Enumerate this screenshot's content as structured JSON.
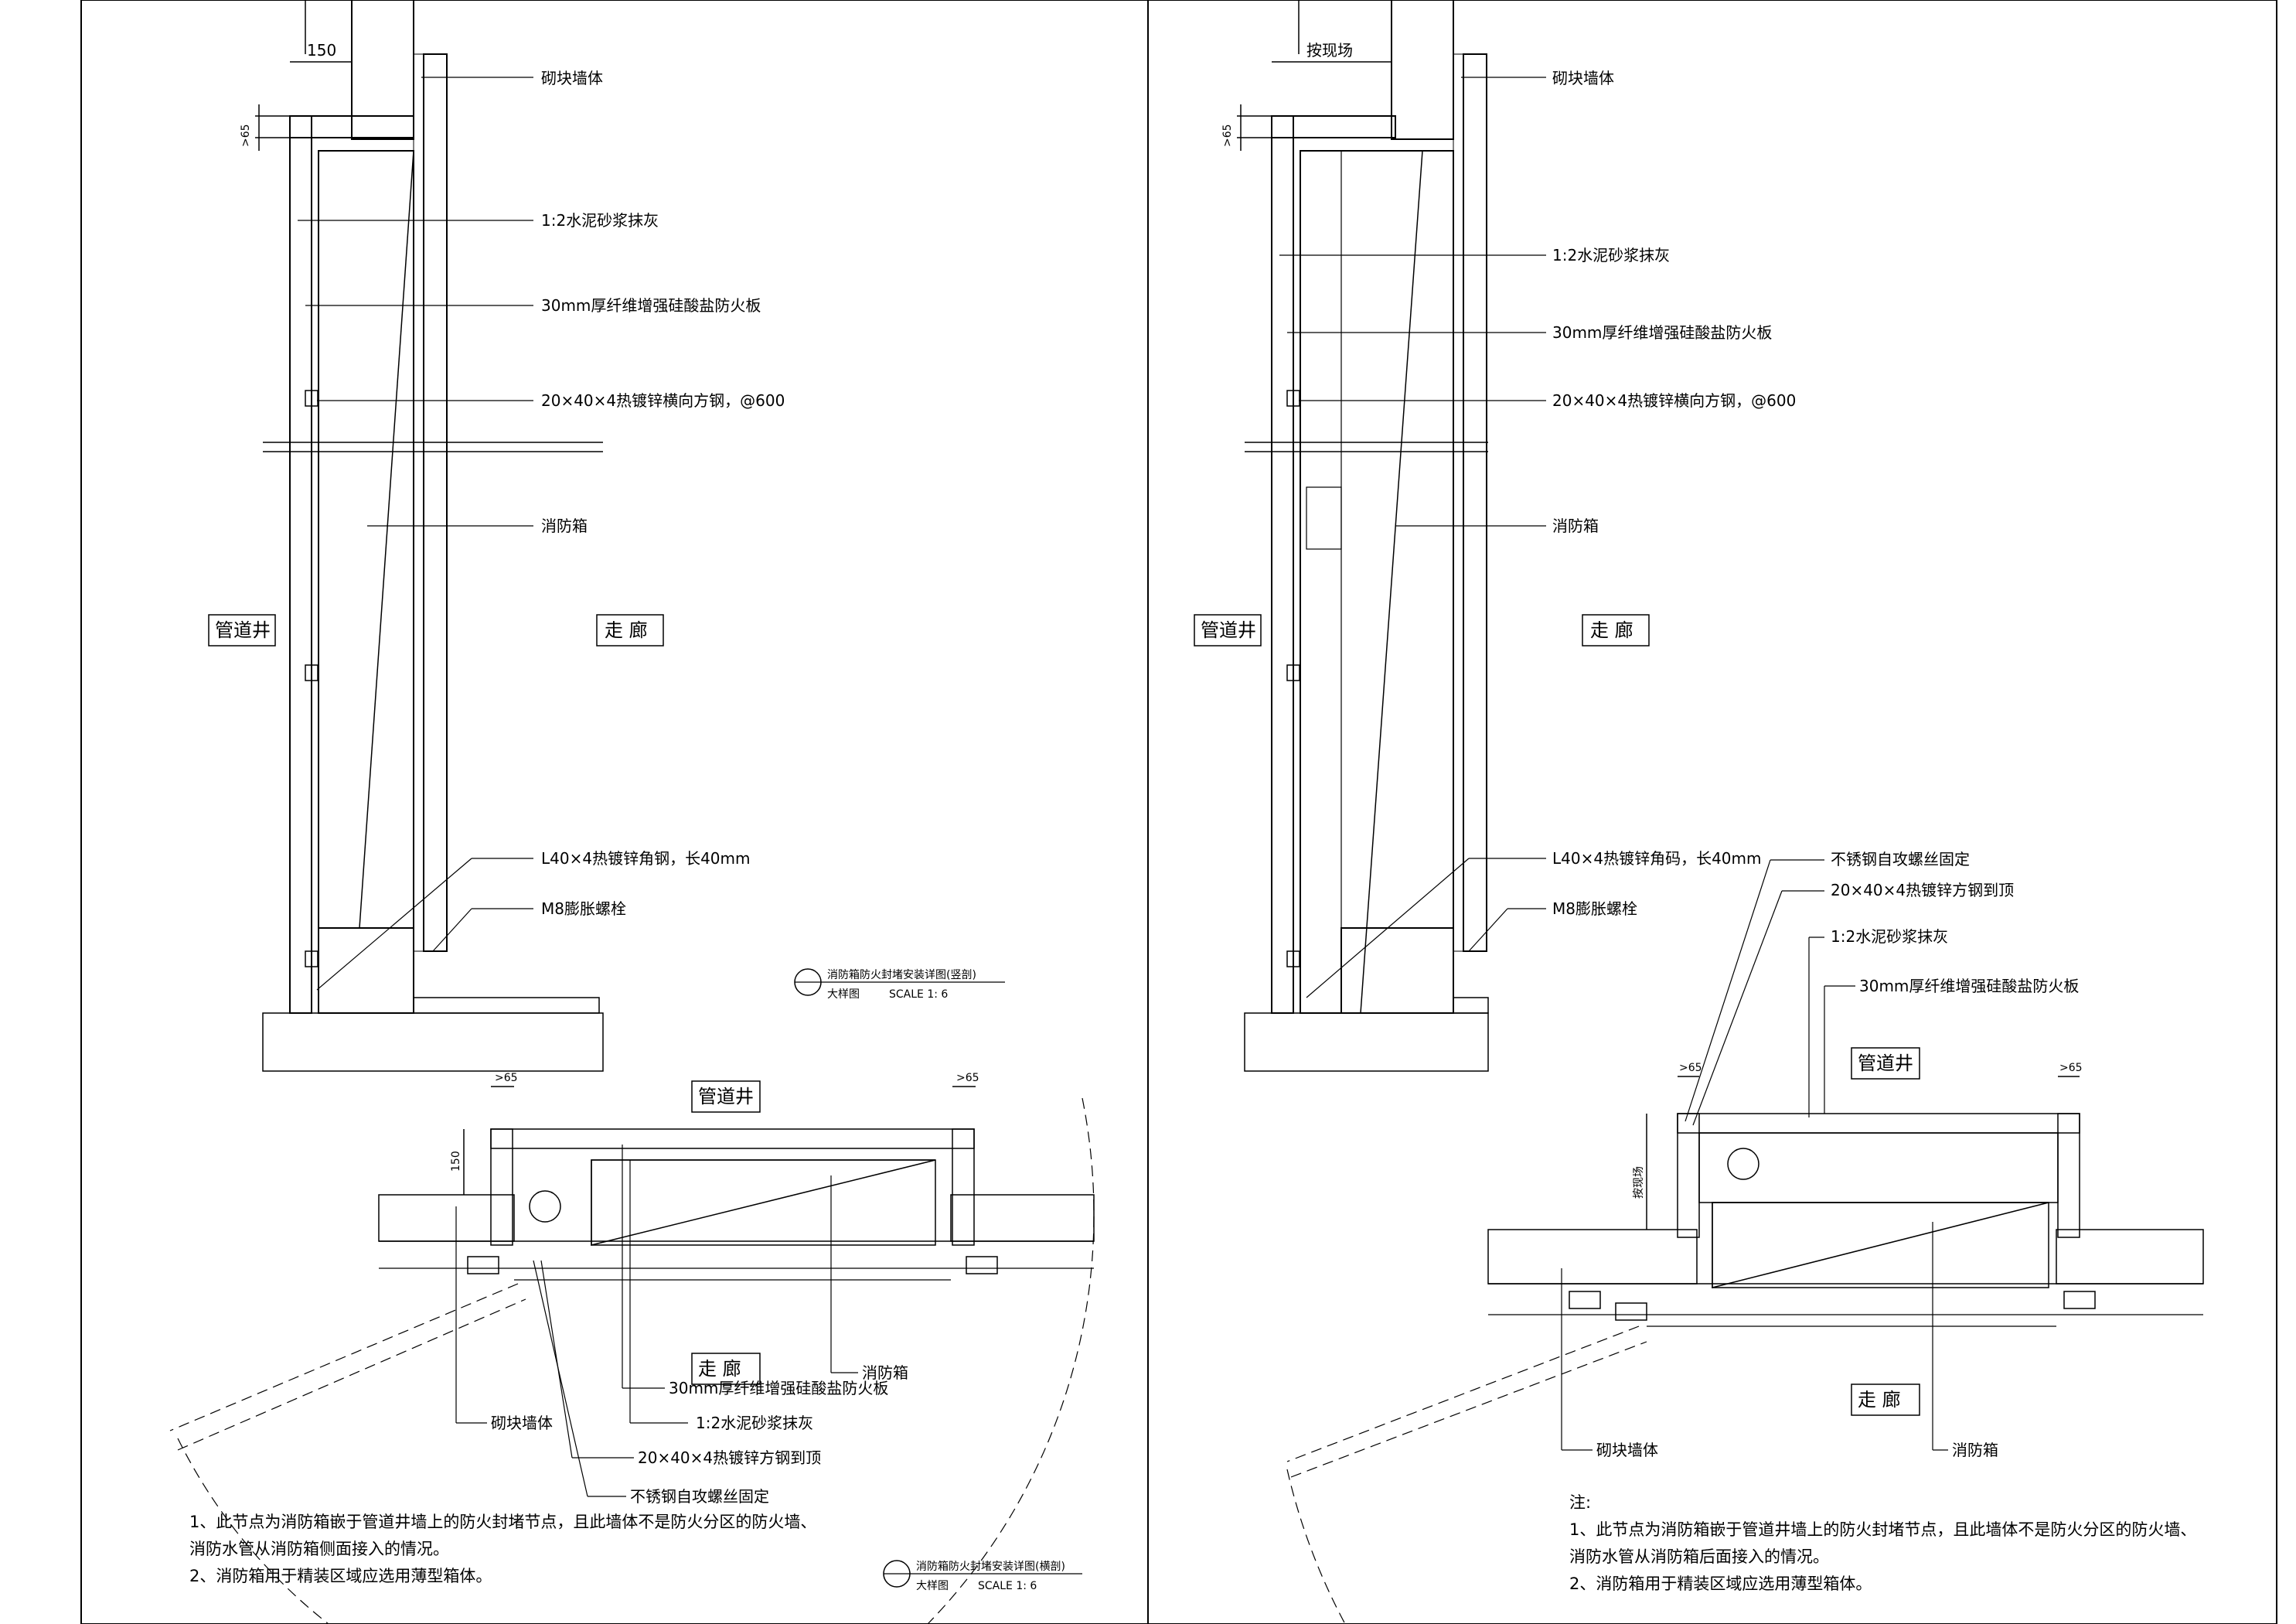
{
  "left": {
    "labels": {
      "wall": "砌块墙体",
      "mortar": "1:2水泥砂浆抹灰",
      "fireboard": "30mm厚纤维增强硅酸盐防火板",
      "steel": "20×40×4热镀锌横向方钢，@600",
      "cabinet": "消防箱",
      "shaft": "管道井",
      "corridor": "走  廊",
      "angle": "L40×4热镀锌角钢，长40mm",
      "bolt": "M8膨胀螺栓",
      "dim150": "150",
      "dim65": ">65",
      "detail_title": "消防箱防火封堵安装详图(竖剖)",
      "detail_sub": "大样图",
      "scale": "SCALE 1: 6"
    },
    "plan": {
      "shaft": "管道井",
      "corridor": "走  廊",
      "dim65a": ">65",
      "dim65b": ">65",
      "dim150": "150",
      "fireboard": "30mm厚纤维增强硅酸盐防火板",
      "mortar": "1:2水泥砂浆抹灰",
      "steel": "20×40×4热镀锌方钢到顶",
      "screw": "不锈钢自攻螺丝固定",
      "wall": "砌块墙体",
      "cabinet": "消防箱",
      "detail_title": "消防箱防火封堵安装详图(横剖)",
      "detail_sub": "大样图",
      "scale": "SCALE 1: 6"
    },
    "notes": [
      "1、此节点为消防箱嵌于管道井墙上的防火封堵节点，且此墙体不是防火分区的防火墙、",
      "   消防水管从消防箱侧面接入的情况。",
      "2、消防箱用于精装区域应选用薄型箱体。"
    ]
  },
  "right": {
    "labels": {
      "onsite": "按现场",
      "wall": "砌块墙体",
      "mortar": "1:2水泥砂浆抹灰",
      "fireboard": "30mm厚纤维增强硅酸盐防火板",
      "steel": "20×40×4热镀锌横向方钢，@600",
      "cabinet": "消防箱",
      "shaft": "管道井",
      "corridor": "走  廊",
      "angle": "L40×4热镀锌角码，长40mm",
      "bolt": "M8膨胀螺栓",
      "dim65": ">65"
    },
    "plan": {
      "screw": "不锈钢自攻螺丝固定",
      "steel": "20×40×4热镀锌方钢到顶",
      "mortar": "1:2水泥砂浆抹灰",
      "fireboard": "30mm厚纤维增强硅酸盐防火板",
      "shaft": "管道井",
      "dim65a": ">65",
      "dim65b": ">65",
      "onsite": "按现场",
      "corridor": "走  廊",
      "wall": "砌块墙体",
      "cabinet": "消防箱"
    },
    "notes": [
      "注:",
      "1、此节点为消防箱嵌于管道井墙上的防火封堵节点，且此墙体不是防火分区的防火墙、",
      "   消防水管从消防箱后面接入的情况。",
      "2、消防箱用于精装区域应选用薄型箱体。"
    ]
  }
}
